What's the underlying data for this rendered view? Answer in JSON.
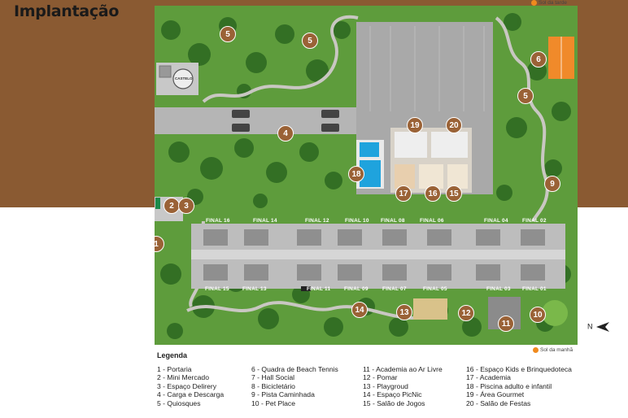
{
  "title": "Implantação",
  "sun": {
    "afternoon": "Sol da tarde",
    "morning": "Sol da manhã"
  },
  "compass": "N",
  "labels": {
    "castelo": "CASTELO"
  },
  "finals_top": [
    "FINAL 16",
    "FINAL 14",
    "FINAL 12",
    "FINAL 10",
    "FINAL 08",
    "FINAL 06",
    "FINAL 04",
    "FINAL 02"
  ],
  "finals_bottom": [
    "FINAL 15",
    "FINAL 13",
    "FINAL 11",
    "FINAL 09",
    "FINAL 07",
    "FINAL 05",
    "FINAL 03",
    "FINAL 01"
  ],
  "markers": [
    "5",
    "5",
    "6",
    "5",
    "4",
    "19",
    "20",
    "18",
    "17",
    "16",
    "15",
    "9",
    "2",
    "3",
    "1",
    "14",
    "13",
    "12",
    "11",
    "10"
  ],
  "legend": {
    "title": "Legenda",
    "col1": [
      "1 - Portaria",
      "2 - Mini Mercado",
      "3 - Espaço Delirery",
      "4 - Carga e Descarga",
      "5 - Quiosques"
    ],
    "col2": [
      "6 - Quadra de Beach Tennis",
      "7 - Hall Social",
      "8 - Bicicletário",
      "9 - Pista Caminhada",
      "10 - Pet Place"
    ],
    "col3": [
      "11 - Academia ao Ar Livre",
      "12 - Pomar",
      "13 - Playgroud",
      "14 - Espaço PicNic",
      "15 - Salão de Jogos"
    ],
    "col4": [
      "16 - Espaço Kids e Brinquedoteca",
      "17 - Academia",
      "18 - Piscina adulto e infantil",
      "19 - Área Gourmet",
      "20 - Salão de Festas"
    ]
  }
}
